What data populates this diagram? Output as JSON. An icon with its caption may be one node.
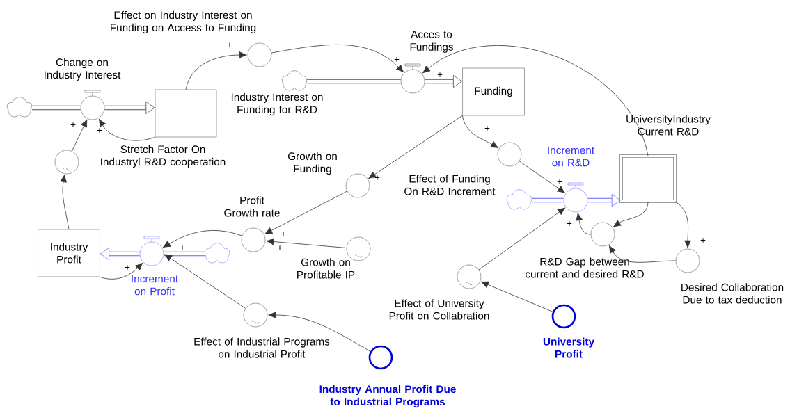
{
  "diagram": {
    "nodes": [
      {
        "text": [],
        "shape": "cloud"
      },
      {
        "text": [
          "Change on Industry Interest"
        ]
      },
      {
        "text": [
          "Industry Interest on Funding for R&D"
        ]
      },
      {
        "text": [
          "Effect on Industry Interest on Funding on Access to Funding"
        ]
      },
      {
        "text": [
          "Stretch Factor On Industryl R&D cooperation"
        ]
      },
      {
        "text": [],
        "shape": "cloud"
      },
      {
        "text": [
          "Acces to Fundings"
        ]
      },
      {
        "text": [
          "Funding"
        ]
      },
      {
        "text": [
          "UniversityIndustry Current R&D"
        ]
      },
      {
        "text": [
          "Growth on Funding"
        ]
      },
      {
        "text": [
          "Effect of Funding On R&D Increment"
        ]
      },
      {
        "text": [],
        "shape": "cloud"
      },
      {
        "text": [
          "Increment on R&D"
        ]
      },
      {
        "text": [
          "Profit Growth rate"
        ]
      },
      {
        "text": [
          "Growth on Profitable IP"
        ]
      },
      {
        "text": [
          "Industry Profit"
        ]
      },
      {
        "text": [
          "Increment on Profit"
        ]
      },
      {
        "text": [],
        "shape": "cloud"
      },
      {
        "text": [
          "R&D Gap between current and desired R&D"
        ]
      },
      {
        "text": [
          "Desired Collaboration Due to tax deduction"
        ]
      },
      {
        "text": [
          "Effect of University Profit on Collabration"
        ]
      },
      {
        "text": [
          "Effect of Industrial Programs on Industrial Profit"
        ]
      },
      {
        "text": [
          "University Profit"
        ]
      },
      {
        "text": [
          "Industry Annual Profit Due to Industrial Programs"
        ]
      }
    ],
    "edges": [
      {
        "from": 0,
        "to": 1,
        "arrow": "none",
        "style": "thick"
      },
      {
        "from": 1,
        "to": 2,
        "arrow": "to",
        "style": "thick"
      },
      {
        "from": 5,
        "to": 6,
        "arrow": "none",
        "style": "thick"
      },
      {
        "from": 6,
        "to": 7,
        "arrow": "to",
        "style": "thick"
      },
      {
        "from": 11,
        "to": 12,
        "arrow": "none",
        "style": "thick",
        "color": "#6464f0"
      },
      {
        "from": 12,
        "to": 8,
        "arrow": "to",
        "style": "thick",
        "color": "#6464f0"
      },
      {
        "from": 17,
        "to": 16,
        "arrow": "none",
        "style": "thick",
        "color": "#6464f0"
      },
      {
        "from": 16,
        "to": 15,
        "arrow": "to",
        "style": "thick",
        "color": "#6464f0"
      },
      {
        "from": 2,
        "to": 1,
        "arrow": "to",
        "label": "+"
      },
      {
        "from": 4,
        "to": 1,
        "arrow": "to",
        "label": "+"
      },
      {
        "from": 15,
        "to": 4,
        "arrow": "to"
      },
      {
        "from": 2,
        "to": 3,
        "arrow": "to",
        "label": "+"
      },
      {
        "from": 3,
        "to": 6,
        "arrow": "to",
        "label": "+"
      },
      {
        "from": 8,
        "to": 6,
        "arrow": "to",
        "label": "+"
      },
      {
        "from": 7,
        "to": 9,
        "arrow": "to",
        "label": "+"
      },
      {
        "from": 7,
        "to": 10,
        "arrow": "to",
        "label": "+"
      },
      {
        "from": 10,
        "to": 12,
        "arrow": "to",
        "label": "+"
      },
      {
        "from": 9,
        "to": 13,
        "arrow": "to",
        "label": "+"
      },
      {
        "from": 14,
        "to": 13,
        "arrow": "to",
        "label": "+"
      },
      {
        "from": 13,
        "to": 16,
        "arrow": "to",
        "label": "+"
      },
      {
        "from": 15,
        "to": 16,
        "arrow": "to",
        "label": "+"
      },
      {
        "from": 21,
        "to": 16,
        "arrow": "to"
      },
      {
        "from": 23,
        "to": 21,
        "arrow": "to"
      },
      {
        "from": 8,
        "to": 18,
        "arrow": "to",
        "label": "-"
      },
      {
        "from": 8,
        "to": 19,
        "arrow": "to",
        "label": "+"
      },
      {
        "from": 19,
        "to": 18,
        "arrow": "to"
      },
      {
        "from": 18,
        "to": 12,
        "arrow": "to",
        "label": "+"
      },
      {
        "from": 20,
        "to": 12,
        "arrow": "to"
      },
      {
        "from": 22,
        "to": 20,
        "arrow": "to"
      }
    ]
  }
}
